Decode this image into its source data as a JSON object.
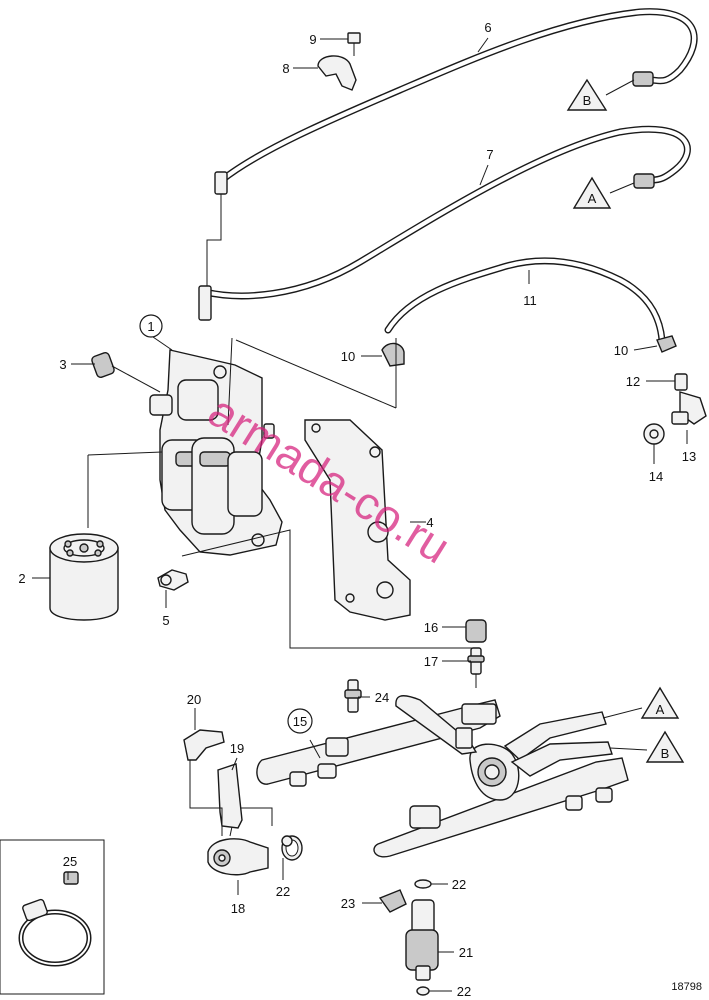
{
  "labels": [
    "1",
    "2",
    "3",
    "4",
    "5",
    "6",
    "7",
    "8",
    "9",
    "10",
    "10",
    "11",
    "12",
    "13",
    "14",
    "15",
    "16",
    "17",
    "18",
    "19",
    "20",
    "21",
    "22",
    "22",
    "22",
    "23",
    "24",
    "25"
  ],
  "refs": {
    "b_top": "B",
    "a_top": "A",
    "a_right": "A",
    "b_right": "B"
  },
  "watermark": "armada-co.ru",
  "drawing_number": "18798",
  "colors": {
    "line": "#1a1a1a",
    "fill": "#f2f2f2",
    "watermark": "#d61f7c"
  }
}
